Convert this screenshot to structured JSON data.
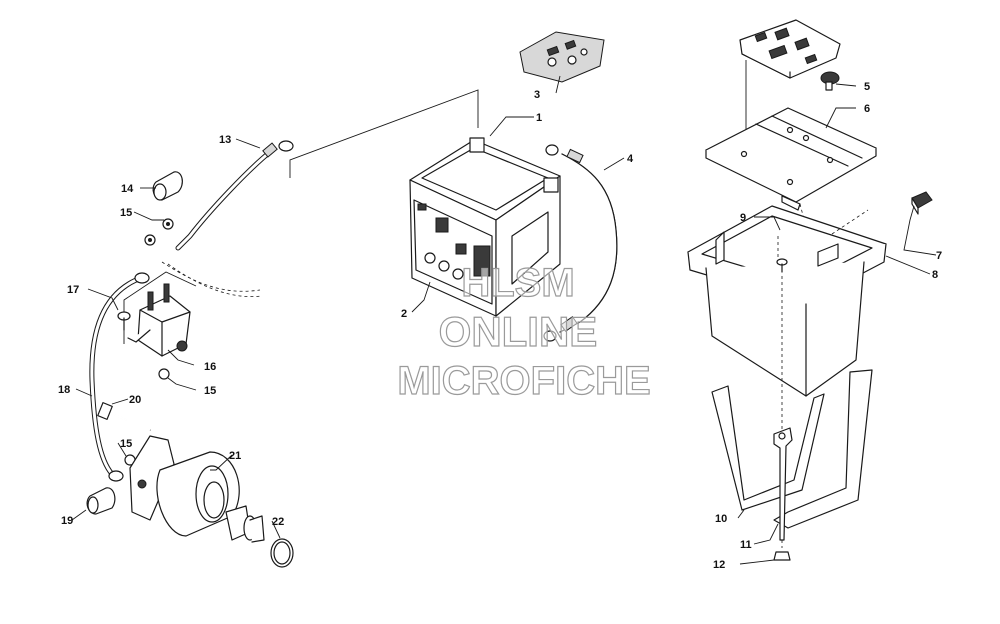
{
  "watermark": {
    "line1": "HLSM",
    "line2": "ONLINE",
    "line3": "MICROFICHE",
    "color": "#9a9a9a"
  },
  "callouts": {
    "c1": "1",
    "c2": "2",
    "c3": "3",
    "c4": "4",
    "c5": "5",
    "c6": "6",
    "c7": "7",
    "c8": "8",
    "c9": "9",
    "c10": "10",
    "c11": "11",
    "c12": "12",
    "c13": "13",
    "c14": "14",
    "c15a": "15",
    "c15b": "15",
    "c15c": "15",
    "c16": "16",
    "c17": "17",
    "c18": "18",
    "c19": "19",
    "c20": "20",
    "c21": "21",
    "c22": "22"
  },
  "colors": {
    "line": "#1a1a1a",
    "background": "#ffffff",
    "dark_fill": "#3a3a3a"
  }
}
